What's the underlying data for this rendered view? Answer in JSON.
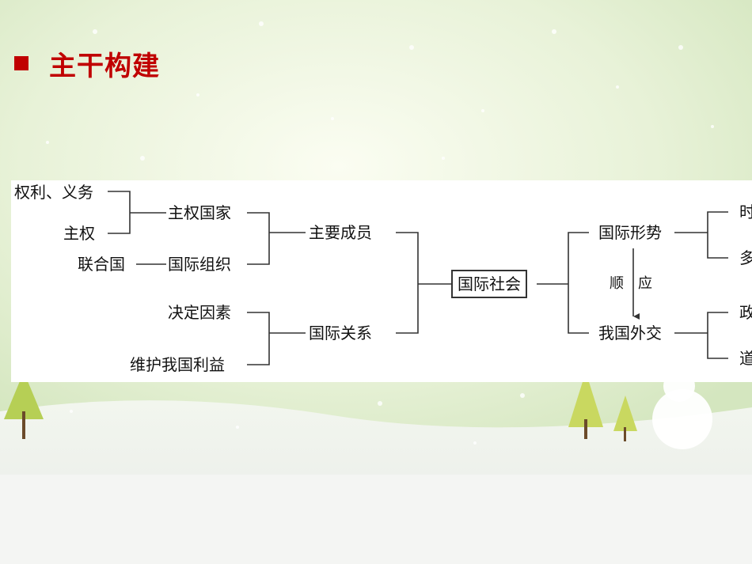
{
  "title": "主干构建",
  "colors": {
    "accent": "#c00000",
    "line": "#333333"
  },
  "diagram": {
    "left": {
      "rights_duties": "权利、义务",
      "sovereignty": "主权",
      "sovereign_state": "主权国家",
      "un": "联合国",
      "intl_org": "国际组织",
      "decisive_factor": "决定因素",
      "safeguard_interest": "维护我国利益",
      "main_members": "主要成员",
      "intl_relations": "国际关系"
    },
    "center": "国际社会",
    "right": {
      "intl_situation": "国际形势",
      "conform_1": "顺",
      "conform_2": "应",
      "diplomacy": "我国外交",
      "branch_1": "时",
      "branch_2": "多",
      "branch_3": "政",
      "branch_4": "道"
    }
  }
}
